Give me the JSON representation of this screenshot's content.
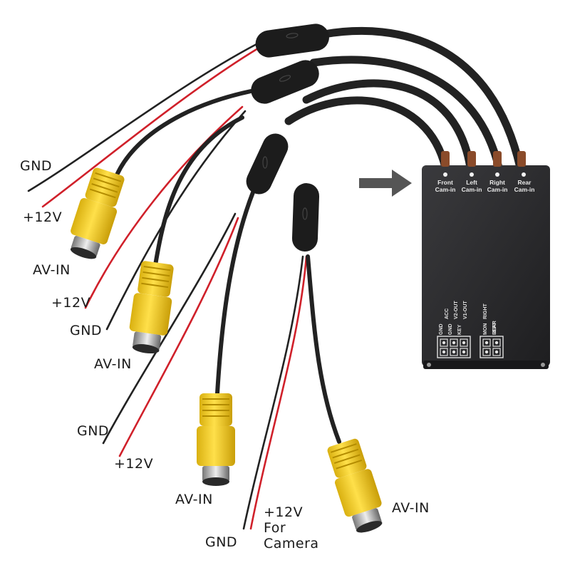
{
  "colors": {
    "background": "#ffffff",
    "cable_black": "#222222",
    "wire_red": "#d0202a",
    "rca_yellow": "#f2cc1c",
    "box_body": "#2b2b2d",
    "arrow": "#555555",
    "label_text": "#1a1a1a"
  },
  "box": {
    "ports": [
      {
        "line1": "Front",
        "line2": "Cam-in"
      },
      {
        "line1": "Left",
        "line2": "Cam-in"
      },
      {
        "line1": "Right",
        "line2": "Cam-in"
      },
      {
        "line1": "Rear",
        "line2": "Cam-in"
      }
    ],
    "pin_header_1": {
      "row_top": [
        "ACC",
        "V2-OUT",
        "V1-OUT"
      ],
      "row_bottom": [
        "GND",
        "GND",
        "KEY"
      ]
    },
    "pin_header_2": {
      "row_top": [
        "RIGHT",
        "LEFT"
      ],
      "row_bottom": [
        "MON",
        "REAR"
      ]
    }
  },
  "icons": {
    "pointer": "arrow-right-icon"
  },
  "labels": {
    "gnd_1": "GND",
    "v12_1": "+12V",
    "avin_1": "AV-IN",
    "v12_2": "+12V",
    "gnd_2": "GND",
    "avin_2": "AV-IN",
    "gnd_3": "GND",
    "v12_3": "+12V",
    "avin_3": "AV-IN",
    "v12_4_line1": "+12V",
    "v12_4_line2": "For",
    "v12_4_line3": "Camera",
    "gnd_4": "GND",
    "avin_4": "AV-IN"
  }
}
